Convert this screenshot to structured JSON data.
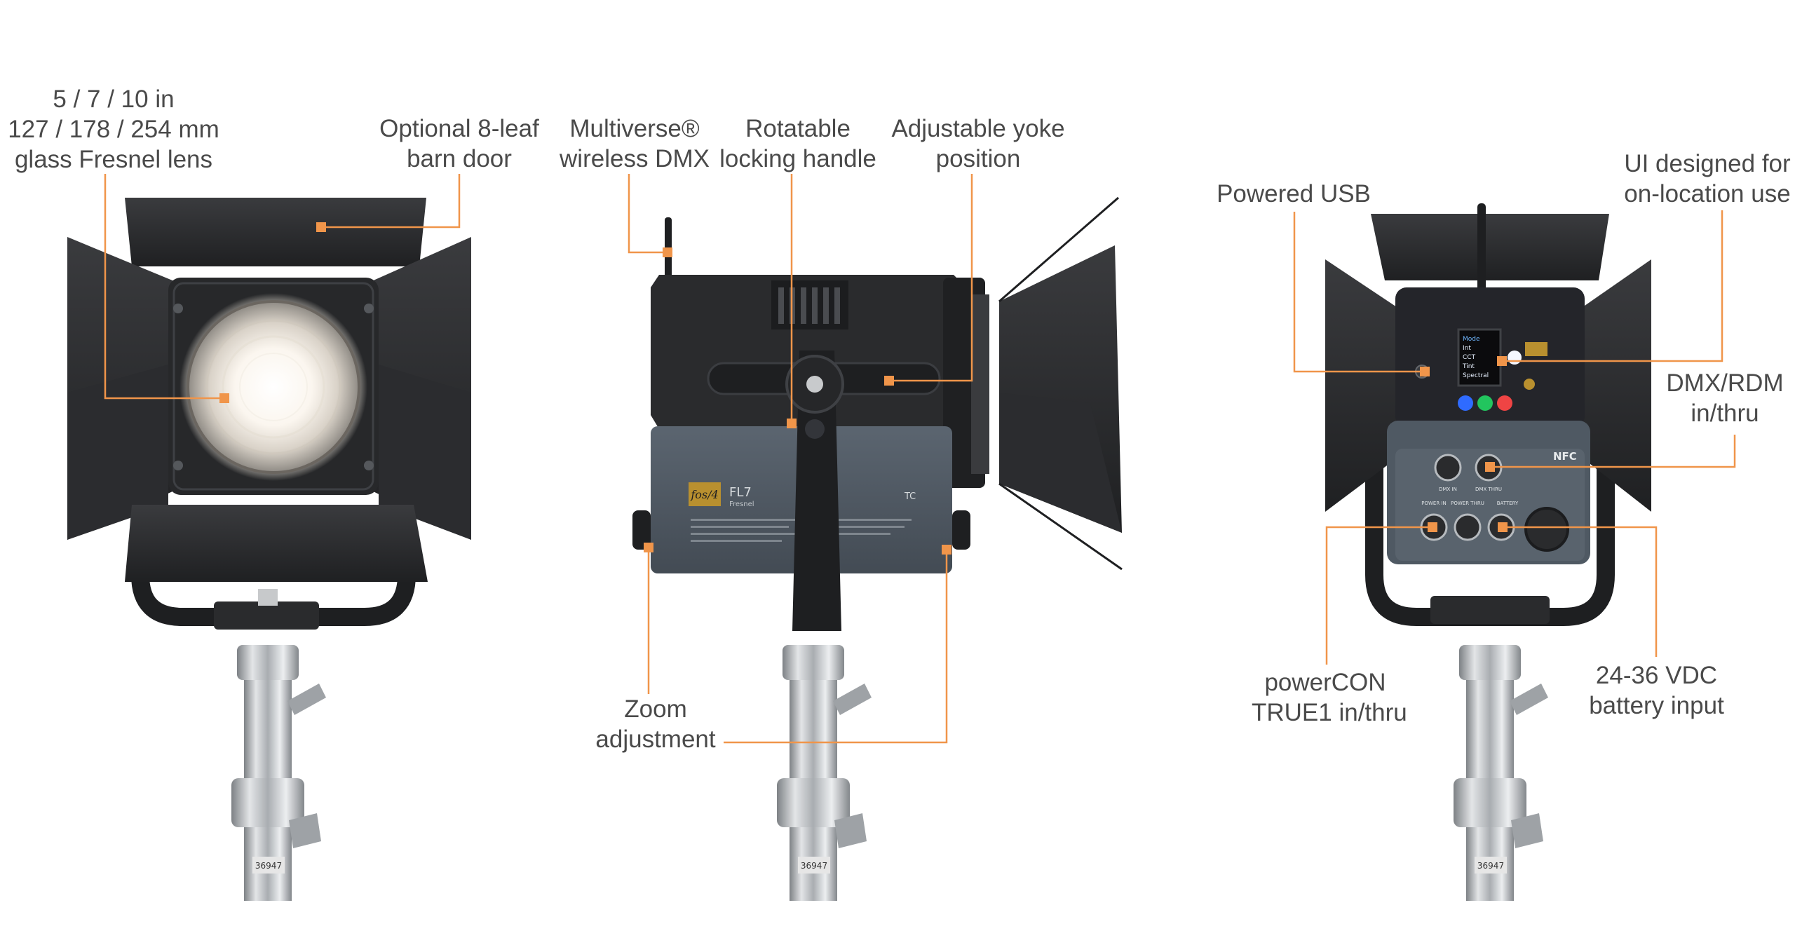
{
  "colors": {
    "accent": "#f0954a",
    "label_text": "#4a4a4a",
    "fixture_black": "#2a2b2d",
    "fixture_grey": "#4f5963",
    "stand_chrome": "#b9bcbf",
    "led_blue": "#2f6bff",
    "led_green": "#22c55e",
    "led_red": "#ef4444"
  },
  "labels": {
    "lens": {
      "line1": "5 / 7 / 10 in",
      "line2": "127 / 178 / 254 mm",
      "line3": "glass Fresnel lens"
    },
    "barn_door": {
      "line1": "Optional 8-leaf",
      "line2": "barn door"
    },
    "wireless": {
      "line1": "Multiverse®",
      "line2": "wireless DMX"
    },
    "handle": {
      "line1": "Rotatable",
      "line2": "locking handle"
    },
    "yoke": {
      "line1": "Adjustable yoke",
      "line2": "position"
    },
    "zoom": {
      "line1": "Zoom",
      "line2": "adjustment"
    },
    "usb": {
      "line1": "Powered USB"
    },
    "ui": {
      "line1": "UI designed for",
      "line2": "on-location use"
    },
    "dmx": {
      "line1": "DMX/RDM",
      "line2": "in/thru"
    },
    "powercon": {
      "line1": "powerCON",
      "line2": "TRUE1 in/thru"
    },
    "battery": {
      "line1": "24-36 VDC",
      "line2": "battery input"
    }
  },
  "fixture_text": {
    "brand": "fos/4",
    "model": "FL7",
    "model_sub": "Fresnel",
    "tc": "TC",
    "nfc": "NFC",
    "stand_tag_left": "36947",
    "stand_tag_mid": "36947",
    "stand_tag_right": "36947",
    "port_dmx_in": "DMX IN",
    "port_dmx_thru": "DMX THRU",
    "port_power_in": "POWER IN",
    "port_power_thru": "POWER THRU",
    "port_battery": "BATTERY",
    "screen_lines": [
      "Mode",
      "Int",
      "CCT",
      "Tint",
      "Spectral"
    ]
  }
}
